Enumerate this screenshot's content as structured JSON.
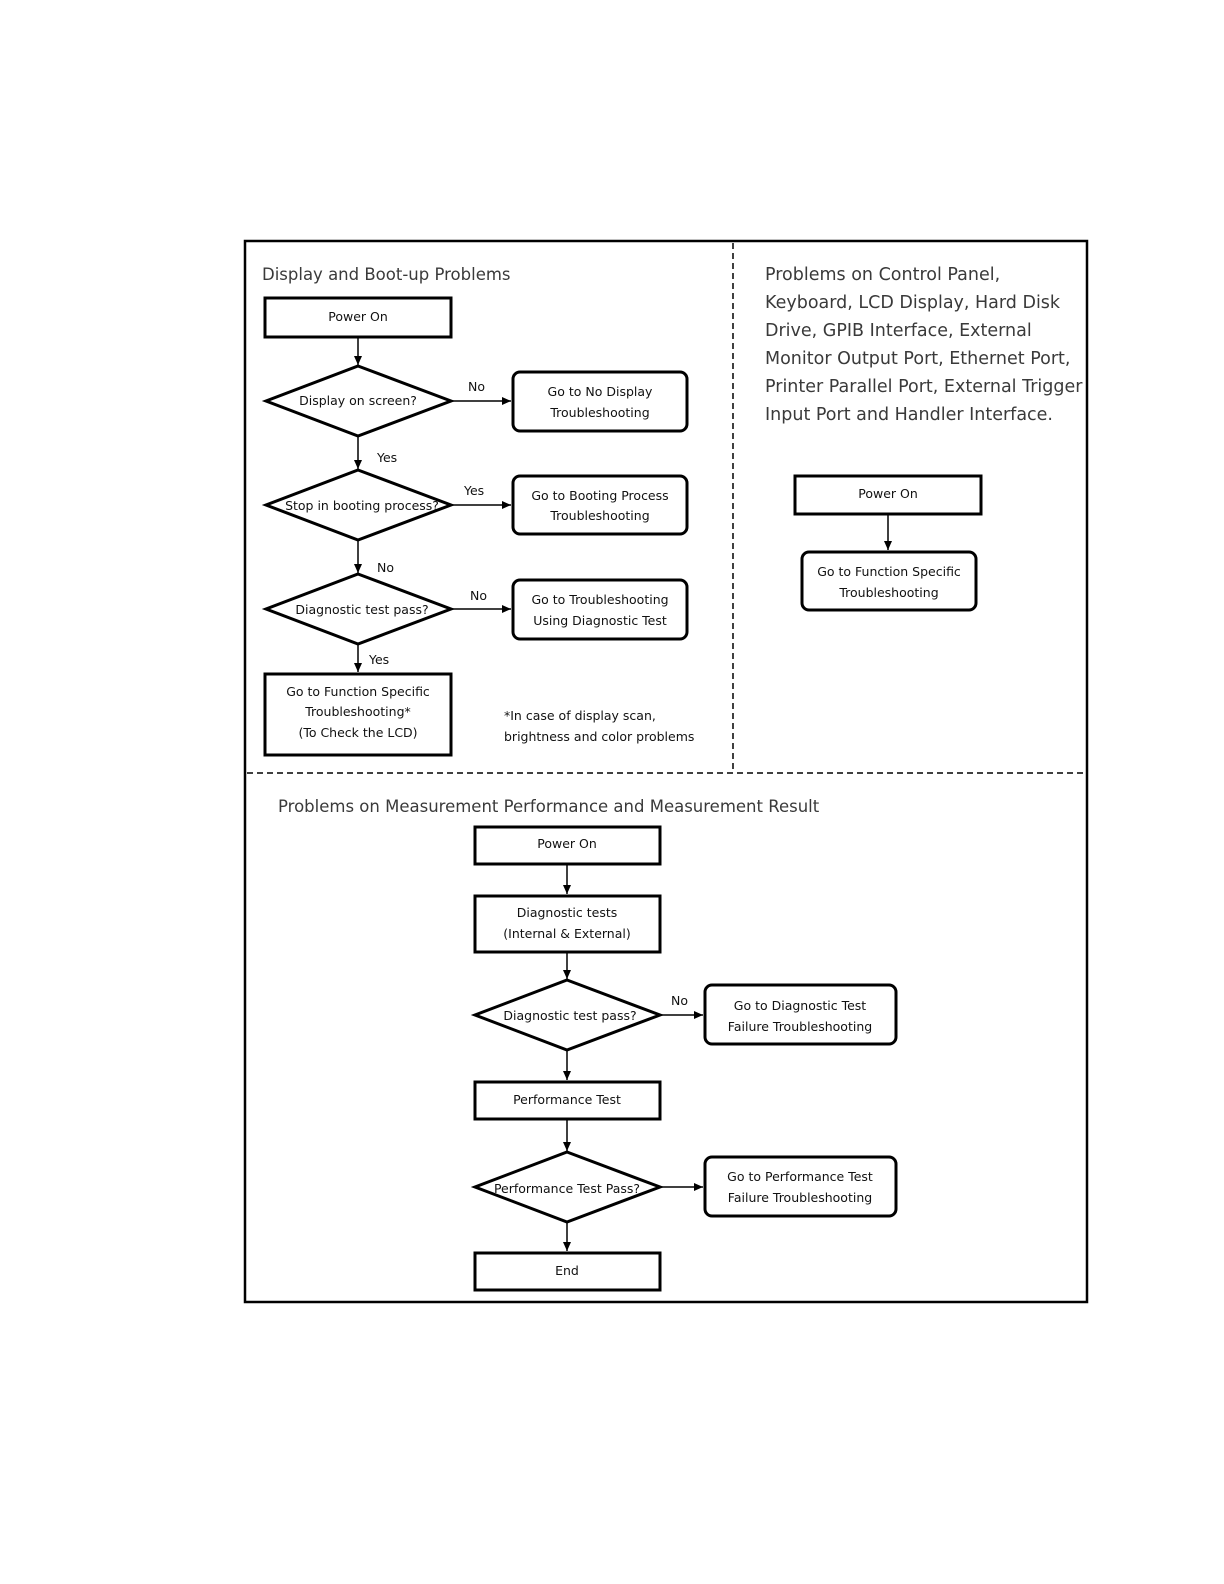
{
  "sections": {
    "display_boot": {
      "title": "Display and Boot-up Problems",
      "power_on": "Power On",
      "q_display": "Display on screen?",
      "q_display_no": "No",
      "q_display_yes": "Yes",
      "no_display": [
        "Go to No Display",
        "Troubleshooting"
      ],
      "q_boot": "Stop in booting process?",
      "q_boot_yes": "Yes",
      "q_boot_no": "No",
      "booting": [
        "Go to Booting Process",
        "Troubleshooting"
      ],
      "q_diag": "Diagnostic test pass?",
      "q_diag_no": "No",
      "q_diag_yes": "Yes",
      "diag_ts": [
        "Go to Troubleshooting",
        "Using Diagnostic Test"
      ],
      "func": [
        "Go to Function Specific",
        "Troubleshooting*",
        "(To Check the LCD)"
      ],
      "note": [
        "*In case of display scan,",
        "brightness and color problems"
      ]
    },
    "control_panel": {
      "title_lines": [
        "Problems on Control Panel,",
        "Keyboard, LCD Display, Hard Disk",
        "Drive, GPIB Interface, External",
        "Monitor Output Port, Ethernet Port,",
        "Printer Parallel Port, External Trigger",
        "Input Port and Handler Interface."
      ],
      "power_on": "Power On",
      "func": [
        "Go to Function Specific",
        "Troubleshooting"
      ]
    },
    "measurement": {
      "title": "Problems on Measurement Performance and Measurement Result",
      "power_on": "Power On",
      "diag_tests": [
        "Diagnostic tests",
        "(Internal & External)"
      ],
      "q_diag": "Diagnostic test pass?",
      "q_diag_no": "No",
      "diag_fail": [
        "Go to Diagnostic Test",
        "Failure Troubleshooting"
      ],
      "perf_test": "Performance Test",
      "q_perf": "Performance Test Pass?",
      "perf_fail": [
        "Go to Performance Test",
        "Failure Troubleshooting"
      ],
      "end": "End"
    }
  }
}
